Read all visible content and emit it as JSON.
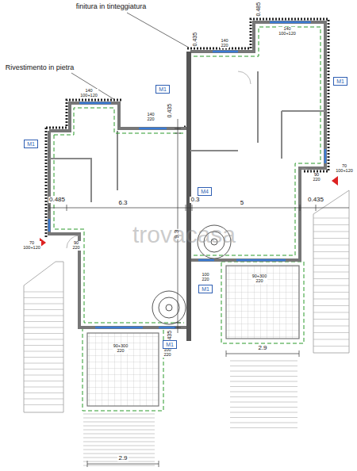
{
  "diagram": {
    "nodes": [
      {
        "text": [
          "M1"
        ]
      },
      {
        "text": [
          "M1"
        ]
      },
      {
        "text": [
          "M1"
        ]
      },
      {
        "text": [
          "M4"
        ]
      },
      {
        "text": [
          "M1"
        ]
      },
      {
        "text": [
          "M1"
        ]
      }
    ],
    "labels": [
      "finitura in tinteggiatura",
      "Rivestimento in pietra",
      "0.435",
      "0.485",
      "140 100+120",
      "140 220",
      "0.435",
      "140 220",
      "140 100+120",
      "70 100+120",
      "90 220",
      "0.485",
      "6.3",
      "0.3",
      "5",
      "0.435",
      "9.3",
      "70 100+120",
      "90 220",
      "100 220",
      "90+300 220",
      "0.435",
      "90+300 220",
      "100 220",
      "2.9",
      "2.9",
      "trovacasa"
    ]
  }
}
